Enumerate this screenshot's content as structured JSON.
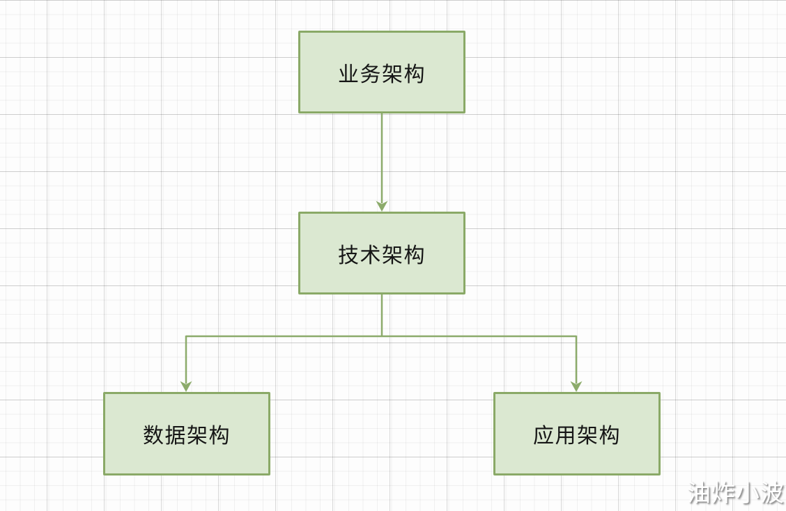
{
  "diagram": {
    "type": "flowchart",
    "nodes": [
      {
        "id": "business",
        "label": "业务架构"
      },
      {
        "id": "technical",
        "label": "技术架构"
      },
      {
        "id": "data",
        "label": "数据架构"
      },
      {
        "id": "application",
        "label": "应用架构"
      }
    ],
    "edges": [
      {
        "from": "business",
        "to": "technical",
        "arrow": "down"
      },
      {
        "from": "technical",
        "to": "data",
        "arrow": "down"
      },
      {
        "from": "technical",
        "to": "application",
        "arrow": "down"
      }
    ],
    "colors": {
      "node_fill": "#dbe8d1",
      "node_border": "#8aa967",
      "connector": "#8cab6b",
      "node_text": "#161616",
      "background": "#fdfdfd",
      "grid_minor": "#f1f1f1",
      "grid_major": "#d7d7d7"
    }
  },
  "watermark": {
    "text": "油炸小波"
  }
}
